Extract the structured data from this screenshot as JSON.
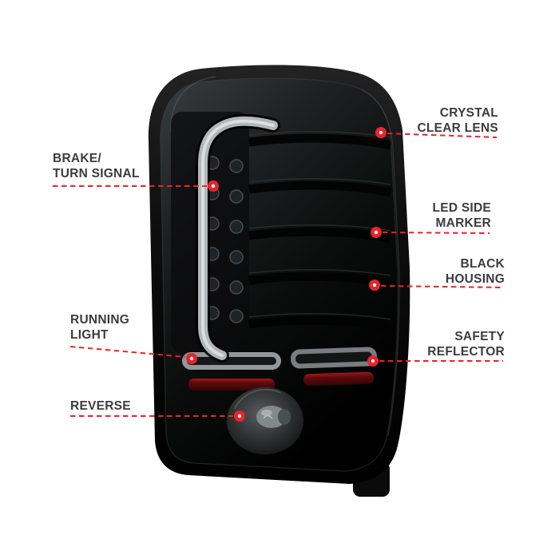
{
  "product": {
    "description": "LED tail light with smoked lens, annotated feature callouts"
  },
  "colors": {
    "accent_red": "#e8242b",
    "label_text": "#3c3c3c",
    "background": "#ffffff",
    "housing_black": "#0a0a0a",
    "light_bar_gray": "#b2b6b7"
  },
  "callouts": [
    {
      "id": "brake-turn-signal",
      "lines": [
        "BRAKE/",
        "TURN SIGNAL"
      ]
    },
    {
      "id": "running-light",
      "lines": [
        "RUNNING",
        "LIGHT"
      ]
    },
    {
      "id": "reverse",
      "lines": [
        "REVERSE"
      ]
    },
    {
      "id": "crystal-clear-lens",
      "lines": [
        "CRYSTAL",
        "CLEAR LENS"
      ]
    },
    {
      "id": "led-side-marker",
      "lines": [
        "LED SIDE",
        "MARKER"
      ]
    },
    {
      "id": "black-housing",
      "lines": [
        "BLACK",
        "HOUSING"
      ]
    },
    {
      "id": "safety-reflector",
      "lines": [
        "SAFETY",
        "REFLECTOR"
      ]
    }
  ]
}
